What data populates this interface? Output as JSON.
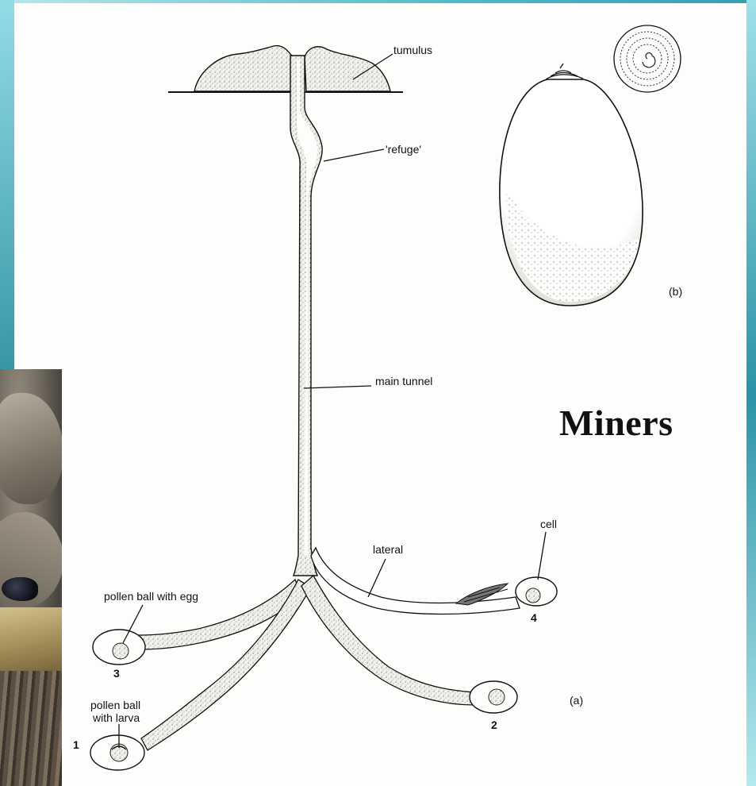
{
  "title": "Miners",
  "labels": {
    "tumulus": "tumulus",
    "refuge": "'refuge'",
    "main_tunnel": "main tunnel",
    "lateral": "lateral",
    "cell": "cell",
    "pollen_ball_egg": "pollen ball with egg",
    "pollen_ball_larva_1": "pollen ball",
    "pollen_ball_larva_2": "with larva"
  },
  "panels": {
    "a": "(a)",
    "b": "(b)"
  },
  "cell_numbers": {
    "n1": "1",
    "n2": "2",
    "n3": "3",
    "n4": "4"
  }
}
